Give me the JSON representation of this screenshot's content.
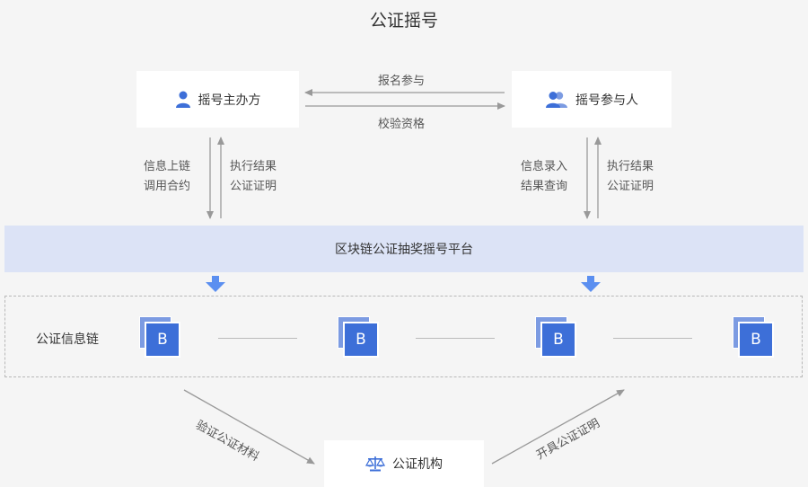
{
  "title": "公证摇号",
  "organizer": {
    "label": "摇号主办方",
    "icon": "person-icon"
  },
  "participant": {
    "label": "摇号参与人",
    "icon": "people-icon"
  },
  "edges": {
    "participant_to_organizer": "报名参与",
    "organizer_to_participant": "校验资格",
    "organizer_down": [
      "信息上链",
      "调用合约"
    ],
    "organizer_up": [
      "执行结果",
      "公证证明"
    ],
    "participant_down": [
      "信息录入",
      "结果查询"
    ],
    "participant_up": [
      "执行结果",
      "公证证明"
    ],
    "chain_to_notary": "验证公证材料",
    "notary_to_chain": "开具公证证明"
  },
  "platform": {
    "label": "区块链公证抽奖摇号平台"
  },
  "chain": {
    "label": "公证信息链",
    "blocks": [
      "B",
      "B",
      "B",
      "B"
    ]
  },
  "notary": {
    "label": "公证机构",
    "icon": "scales-icon"
  },
  "colors": {
    "accent": "#3d6fd8",
    "platform_bg": "#dce3f6",
    "arrow_gray": "#999999",
    "down_arrow_blue": "#5b8ff0"
  }
}
